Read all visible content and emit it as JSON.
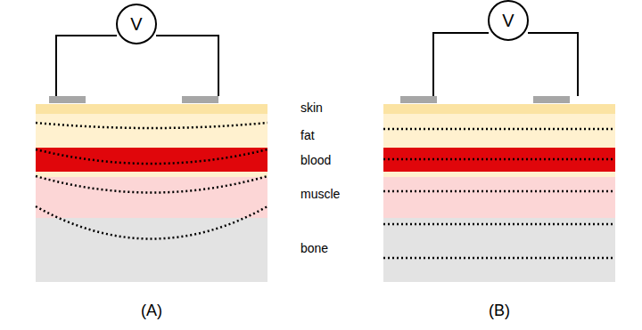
{
  "diagram": {
    "nodes": [
      {
        "text": [
          "V"
        ]
      },
      {
        "text": [
          "V"
        ]
      }
    ],
    "labels": [
      "skin",
      "fat",
      "blood",
      "muscle",
      "bone",
      "(A)",
      "(B)"
    ]
  }
}
